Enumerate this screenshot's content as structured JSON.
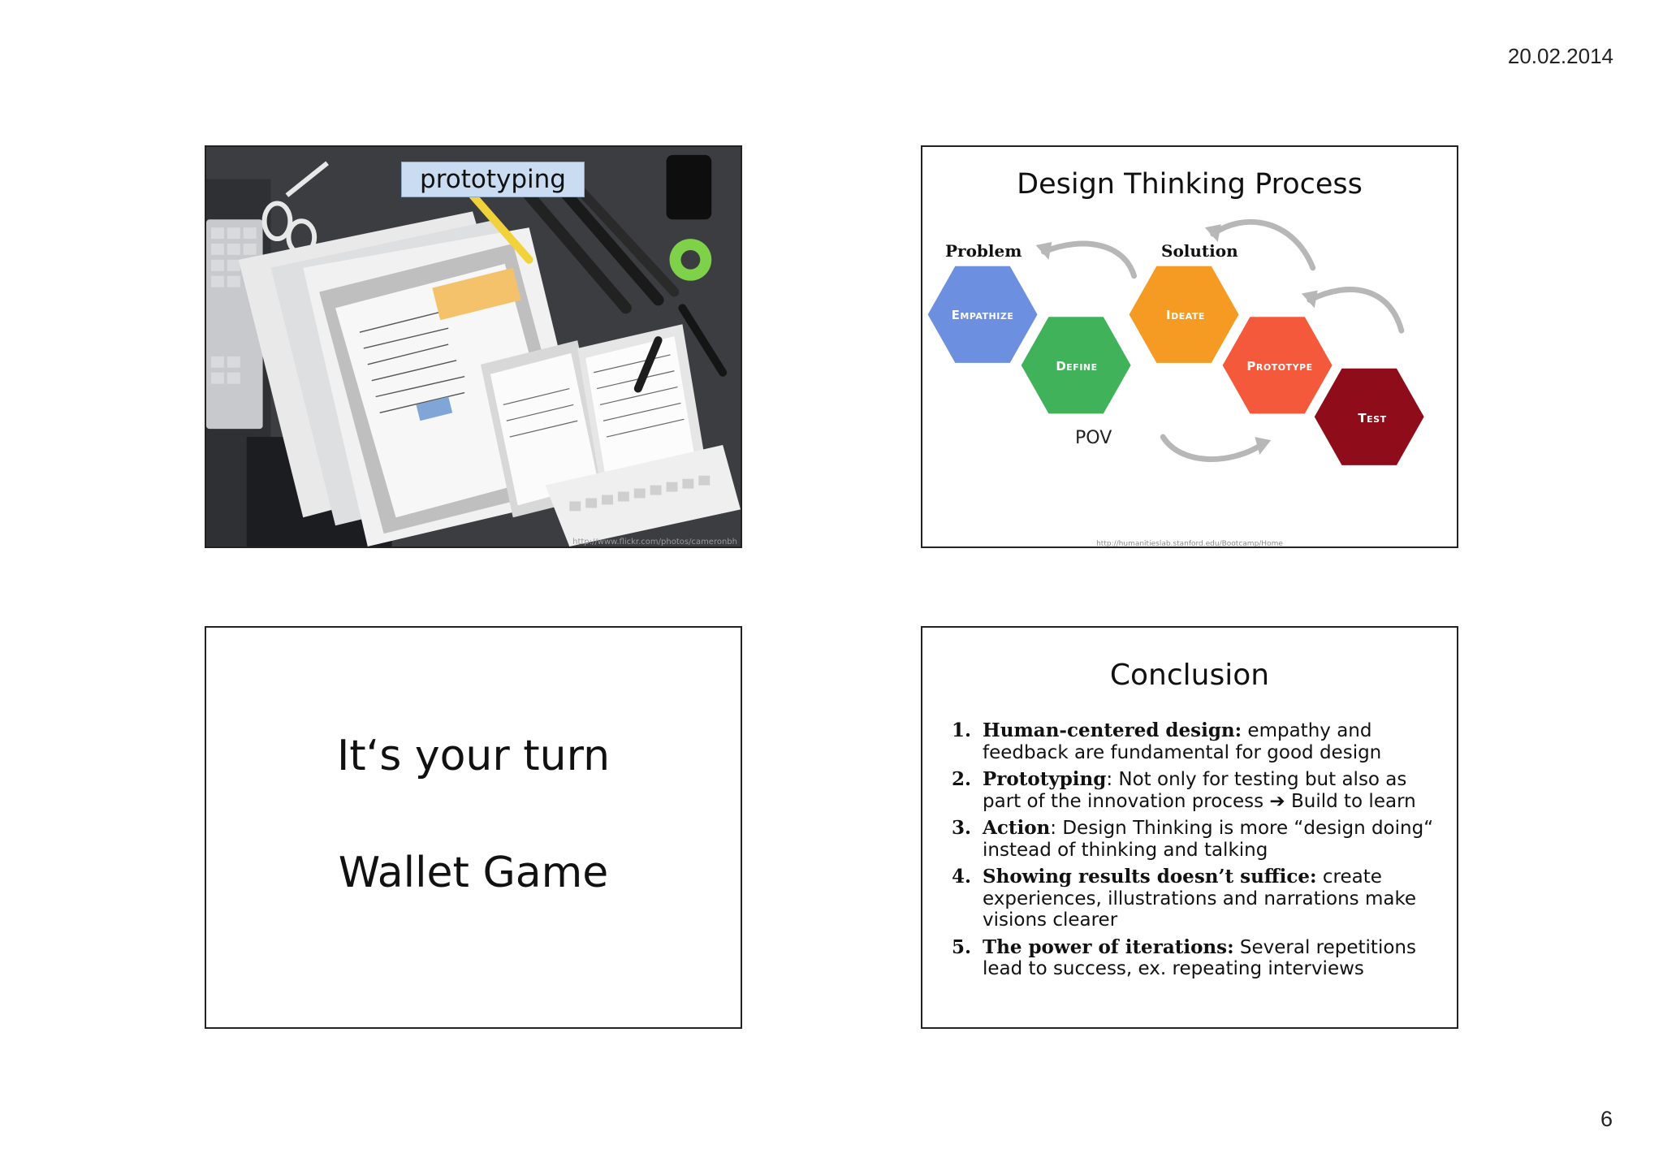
{
  "page": {
    "date": "20.02.2014",
    "number": "6"
  },
  "slide1": {
    "label": "prototyping",
    "photo_credit": "http://www.flickr.com/photos/cameronbh"
  },
  "slide2": {
    "title": "Design Thinking Process",
    "labels": {
      "problem": "Problem",
      "solution": "Solution",
      "pov": "POV"
    },
    "steps": [
      {
        "label": "Empathize",
        "color": "#6d8fe0"
      },
      {
        "label": "Define",
        "color": "#3fb25a"
      },
      {
        "label": "Ideate",
        "color": "#f59a22"
      },
      {
        "label": "Prototype",
        "color": "#f5593b"
      },
      {
        "label": "Test",
        "color": "#8f0c1b"
      }
    ],
    "source": "http://humanitieslab.stanford.edu/Bootcamp/Home"
  },
  "slide3": {
    "line1": "It‘s your turn",
    "line2": "Wallet Game"
  },
  "slide4": {
    "title": "Conclusion",
    "items": [
      {
        "num": "1.",
        "keyword": "Human-centered design:",
        "text": " empathy and feedback are fundamental for good design"
      },
      {
        "num": "2.",
        "keyword": "Prototyping",
        "text": ": Not only for testing but also as part of the innovation process ➔ Build to learn"
      },
      {
        "num": "3.",
        "keyword": "Action",
        "text": ": Design Thinking is more “design doing“ instead of thinking and talking"
      },
      {
        "num": "4.",
        "keyword": "Showing results doesn’t suffice:",
        "text": " create experiences, illustrations and narrations make visions clearer"
      },
      {
        "num": "5.",
        "keyword": "The power of iterations:",
        "text": " Several repetitions lead to success, ex. repeating interviews"
      }
    ]
  }
}
